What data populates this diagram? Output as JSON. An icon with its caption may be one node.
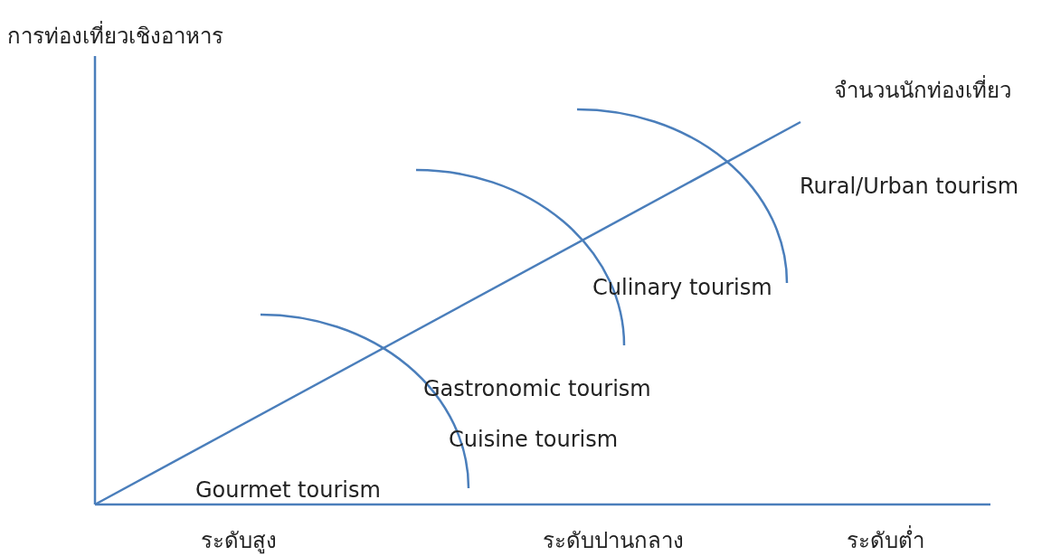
{
  "diagram": {
    "labels": [
      "การท่องเที่ยวเชิงอาหาร",
      "จำนวนนักท่องเที่ยว",
      "Rural/Urban tourism",
      "Culinary tourism",
      "Gastronomic tourism",
      "Cuisine tourism",
      "Gourmet tourism",
      "ระดับสูง",
      "ระดับปานกลาง",
      "ระดับต่ำ"
    ]
  }
}
